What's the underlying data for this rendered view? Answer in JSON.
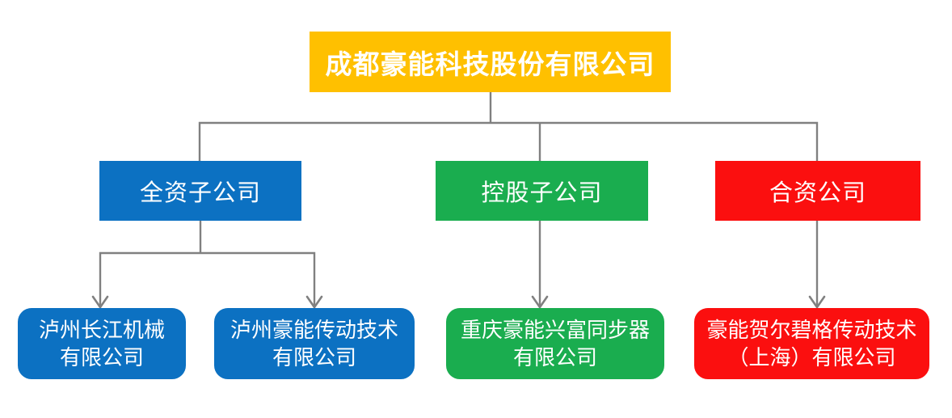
{
  "chart": {
    "root": {
      "label": "成都豪能科技股份有限公司"
    },
    "categories": [
      {
        "label": "全资子公司",
        "children": [
          {
            "label": "泸州长江机械有限公司",
            "line1": "泸州长江机械",
            "line2": "有限公司"
          },
          {
            "label": "泸州豪能传动技术有限公司",
            "line1": "泸州豪能传动技术",
            "line2": "有限公司"
          }
        ]
      },
      {
        "label": "控股子公司",
        "children": [
          {
            "label": "重庆豪能兴富同步器有限公司",
            "line1": "重庆豪能兴富同步器",
            "line2": "有限公司"
          }
        ]
      },
      {
        "label": "合资公司",
        "children": [
          {
            "label": "豪能贺尔碧格传动技术（上海）有限公司",
            "line1": "豪能贺尔碧格传动技术",
            "line2": "（上海）有限公司"
          }
        ]
      }
    ]
  },
  "colors": {
    "root-fill": "#FFC000",
    "wholly-fill": "#0C71C2",
    "holding-fill": "#1AAD4F",
    "joint-fill": "#FB0F0F",
    "connector": "#808080",
    "text": "#FFFFFF",
    "background": "#FFFFFF"
  }
}
